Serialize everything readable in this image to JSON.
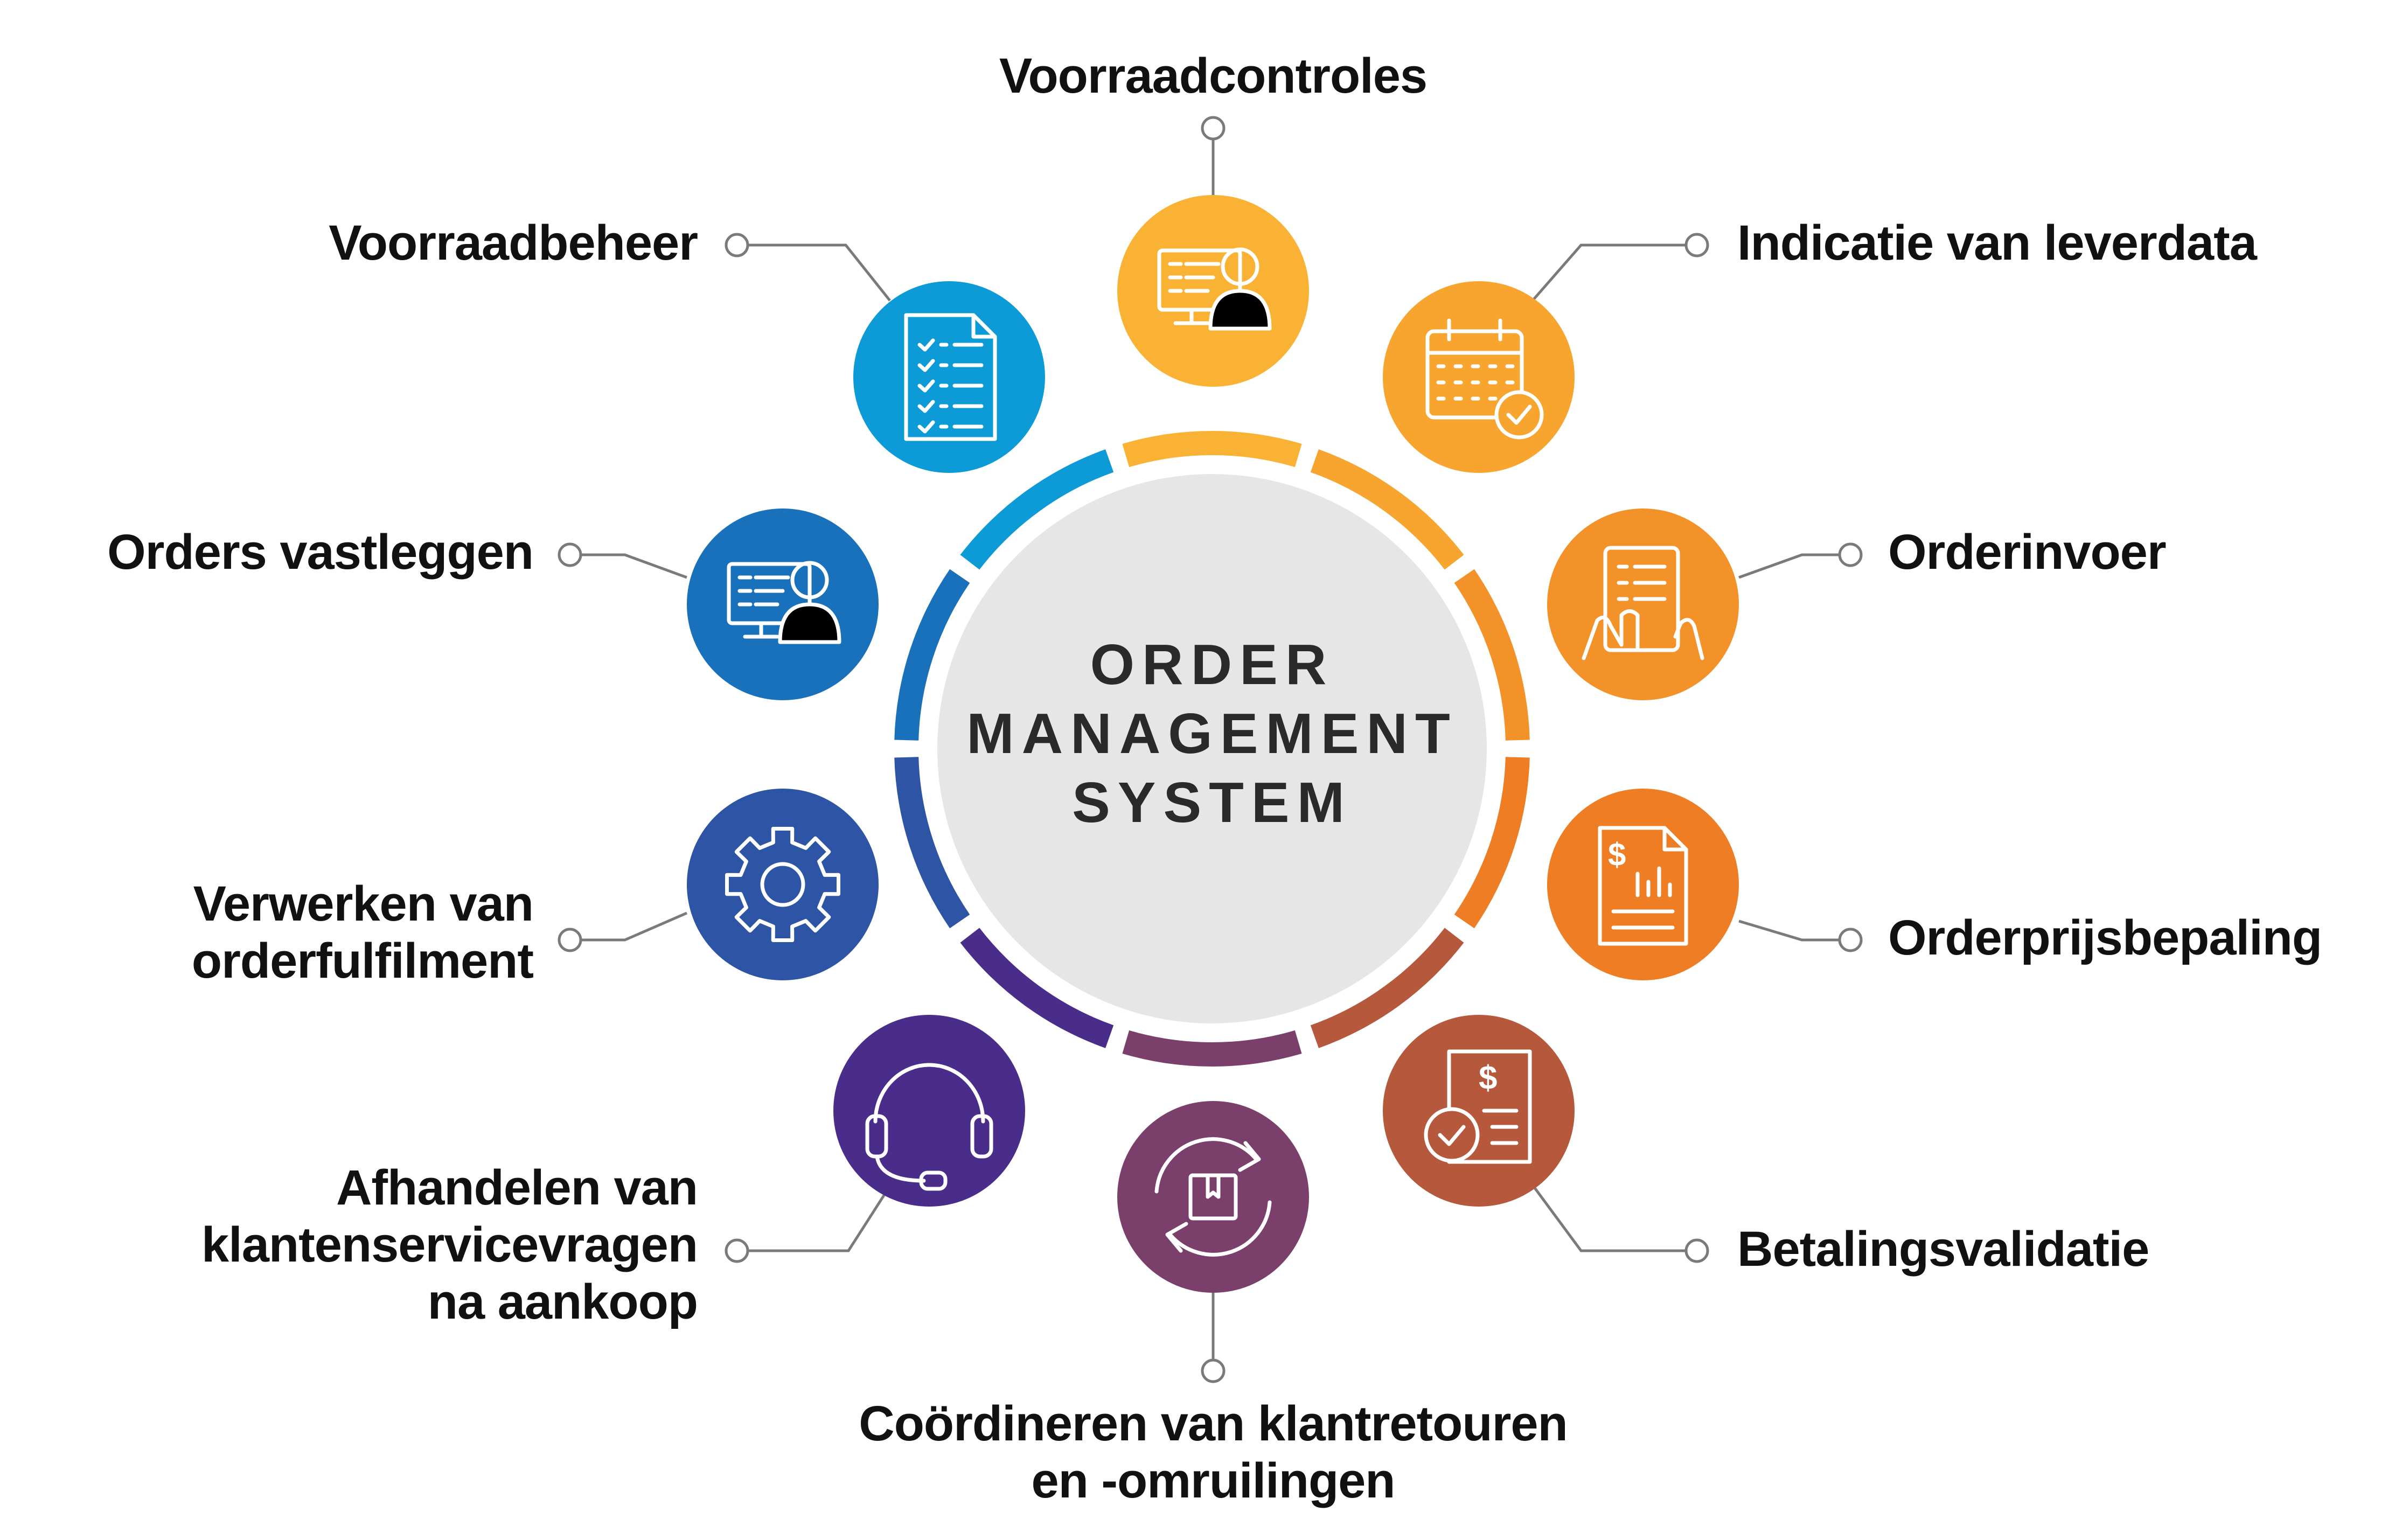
{
  "center": {
    "lines": [
      "ORDER",
      "MANAGEMENT",
      "SYSTEM"
    ]
  },
  "nodes": [
    {
      "id": "voorraadcontroles",
      "label_lines": [
        "Voorraadcontroles"
      ],
      "color": "#F9B233",
      "icon": "user-at-computer-icon"
    },
    {
      "id": "indicatie",
      "label_lines": [
        "Indicatie van leverdata"
      ],
      "color": "#F7A52F",
      "icon": "calendar-check-icon"
    },
    {
      "id": "orderinvoer",
      "label_lines": [
        "Orderinvoer"
      ],
      "color": "#F4922A",
      "icon": "tablet-checklist-icon"
    },
    {
      "id": "orderprijsbepaling",
      "label_lines": [
        "Orderprijsbepaling"
      ],
      "color": "#EE7D23",
      "icon": "price-chart-document-icon"
    },
    {
      "id": "betalingsvalidatie",
      "label_lines": [
        "Betalingsvalidatie"
      ],
      "color": "#B5583C",
      "icon": "invoice-check-icon"
    },
    {
      "id": "coordineren",
      "label_lines": [
        "Coördineren van klantretouren",
        "en -omruilingen"
      ],
      "color": "#7B3F6C",
      "icon": "box-exchange-icon"
    },
    {
      "id": "afhandelen",
      "label_lines": [
        "Afhandelen van",
        "klantenservicevragen",
        "na aankoop"
      ],
      "color": "#4A2C8A",
      "icon": "headset-icon"
    },
    {
      "id": "verwerken",
      "label_lines": [
        "Verwerken van",
        "orderfulfilment"
      ],
      "color": "#2E54A6",
      "icon": "gear-icon"
    },
    {
      "id": "orders-vastleggen",
      "label_lines": [
        "Orders vastleggen"
      ],
      "color": "#1A71BB",
      "icon": "user-at-computer-icon"
    },
    {
      "id": "voorraadbeheer",
      "label_lines": [
        "Voorraadbeheer"
      ],
      "color": "#0D9BD8",
      "icon": "checklist-document-icon"
    }
  ]
}
